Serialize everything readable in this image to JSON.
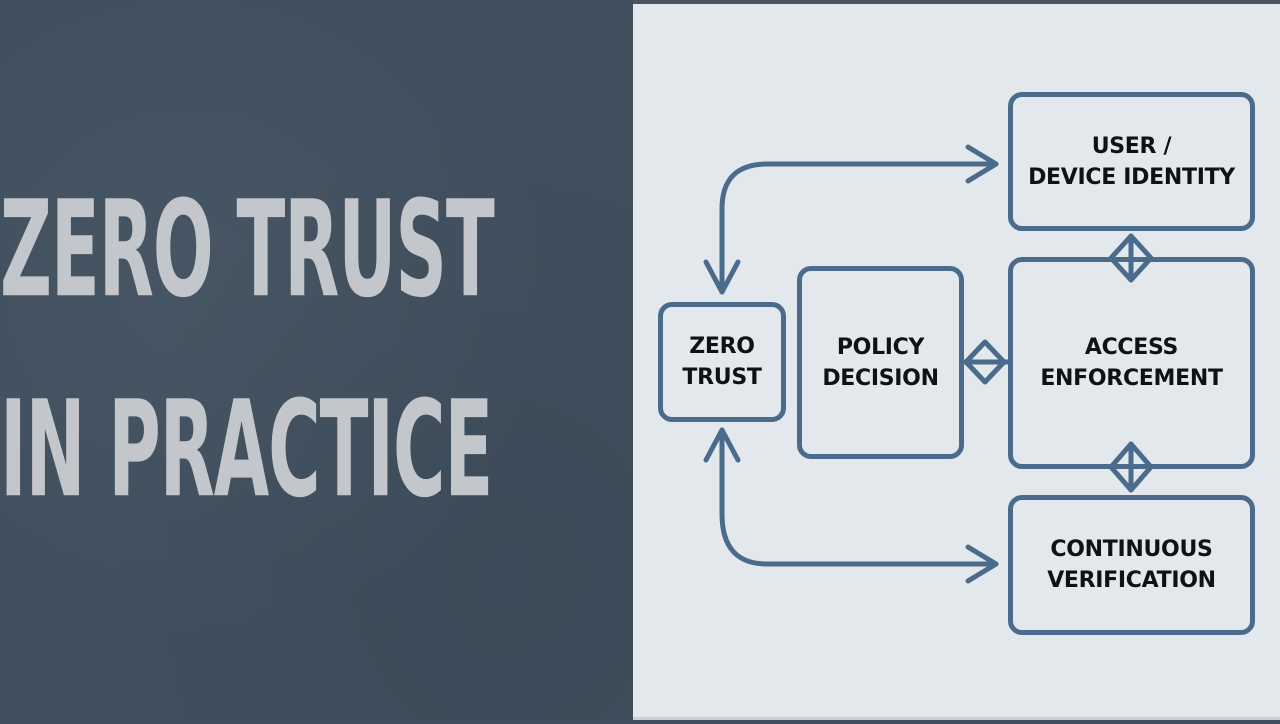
{
  "title": {
    "line1": "ZERO TRUST",
    "line2": "IN PRACTICE"
  },
  "colors": {
    "left_background": "#404f5e",
    "title_text": "#c3c7cb",
    "diagram_background": "#e2e8eb",
    "diagram_stroke": "#4b6b8c",
    "node_text": "#111111"
  },
  "diagram": {
    "nodes": [
      {
        "id": "zero-trust",
        "label": "ZERO\nTRUST"
      },
      {
        "id": "policy-decision",
        "label": "POLICY\nDECISION"
      },
      {
        "id": "user-device-identity",
        "label": "USER /\nDEVICE IDENTITY"
      },
      {
        "id": "access-enforcement",
        "label": "ACCESS\nENFORCEMENT"
      },
      {
        "id": "continuous-verification",
        "label": "CONTINUOUS\nVERIFICATION"
      }
    ],
    "edges": [
      {
        "from": "zero-trust",
        "to": "user-device-identity",
        "type": "bidirectional-arrow"
      },
      {
        "from": "zero-trust",
        "to": "continuous-verification",
        "type": "bidirectional-arrow"
      },
      {
        "from": "policy-decision",
        "to": "access-enforcement",
        "type": "diamond-connector"
      },
      {
        "from": "user-device-identity",
        "to": "access-enforcement",
        "type": "diamond-connector"
      },
      {
        "from": "access-enforcement",
        "to": "continuous-verification",
        "type": "diamond-connector"
      }
    ]
  }
}
